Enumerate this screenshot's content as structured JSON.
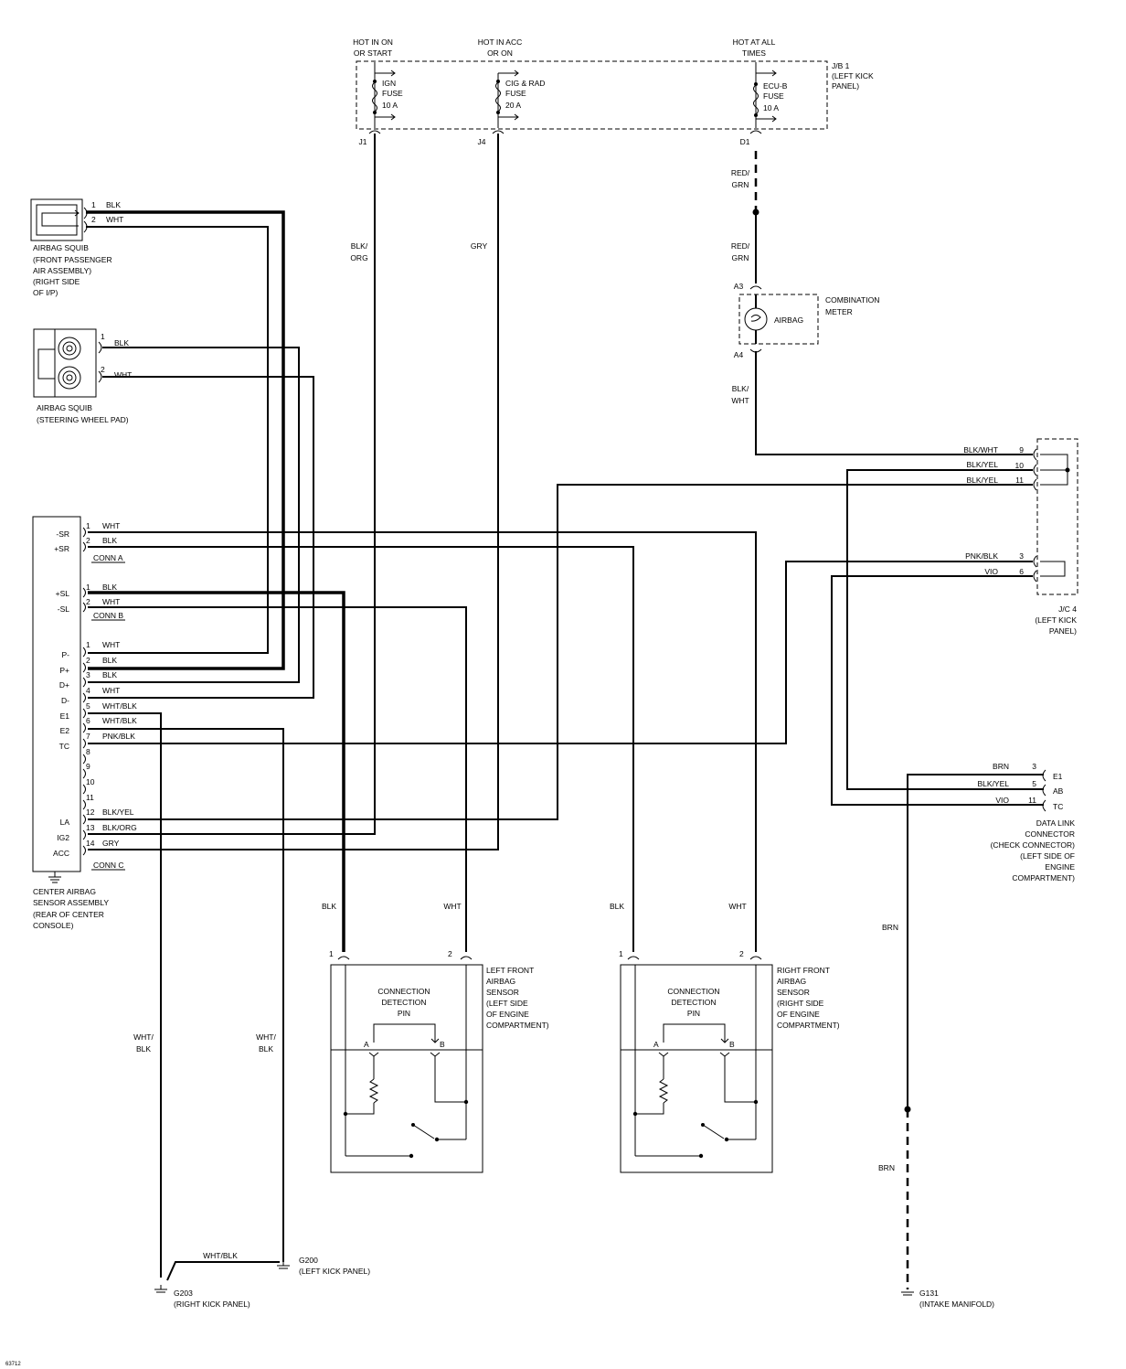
{
  "jb1": {
    "hot_ign_1": "HOT IN ON",
    "hot_ign_2": "OR START",
    "hot_acc_1": "HOT IN ACC",
    "hot_acc_2": "OR ON",
    "hot_all_1": "HOT AT ALL",
    "hot_all_2": "TIMES",
    "label_1": "J/B 1",
    "label_2": "(LEFT KICK",
    "label_3": "PANEL)",
    "fuse_ign": [
      "IGN",
      "FUSE",
      "10 A"
    ],
    "fuse_cig": [
      "CIG & RAD",
      "FUSE",
      "20 A"
    ],
    "fuse_ecu": [
      "ECU-B",
      "FUSE",
      "10 A"
    ],
    "term_j1": "J1",
    "term_j4": "J4",
    "term_d1": "D1"
  },
  "wires": {
    "blk_org": [
      "BLK/",
      "ORG"
    ],
    "gry": "GRY",
    "red_grn": [
      "RED/",
      "GRN"
    ],
    "blk_wht": [
      "BLK/",
      "WHT"
    ],
    "wht_blk_left": [
      "WHT/",
      "BLK"
    ],
    "wht_blk_right": [
      "WHT/",
      "BLK"
    ],
    "wht_blk_ground": "WHT/BLK",
    "brn_1": "BRN",
    "brn_2": "BRN",
    "blk_lf": "BLK",
    "wht_lf": "WHT",
    "blk_rf": "BLK",
    "wht_rf": "WHT"
  },
  "combination_meter": {
    "label_1": "COMBINATION",
    "label_2": "METER",
    "lamp": "AIRBAG",
    "pin_top": "A3",
    "pin_bottom": "A4"
  },
  "squib_passenger": {
    "pins": [
      {
        "num": "1",
        "color": "BLK"
      },
      {
        "num": "2",
        "color": "WHT"
      }
    ],
    "caption": [
      "AIRBAG SQUIB",
      "(FRONT PASSENGER",
      "AIR ASSEMBLY)",
      "(RIGHT SIDE",
      "OF I/P)"
    ]
  },
  "squib_driver": {
    "pins": [
      {
        "num": "1",
        "color": "BLK"
      },
      {
        "num": "2",
        "color": "WHT"
      }
    ],
    "caption": [
      "AIRBAG SQUIB",
      "(STEERING WHEEL PAD)"
    ]
  },
  "center_sensor": {
    "caption": [
      "CENTER AIRBAG",
      "SENSOR ASSEMBLY",
      "(REAR OF CENTER",
      "CONSOLE)"
    ],
    "conn_a": "CONN A",
    "conn_b": "CONN B",
    "conn_c": "CONN C",
    "terminals": [
      "-SR",
      "+SR",
      "+SL",
      "-SL",
      "P-",
      "P+",
      "D+",
      "D-",
      "E1",
      "E2",
      "TC",
      "LA",
      "IG2",
      "ACC"
    ],
    "pins_a": [
      {
        "num": "1",
        "color": "WHT"
      },
      {
        "num": "2",
        "color": "BLK"
      }
    ],
    "pins_b": [
      {
        "num": "1",
        "color": "BLK"
      },
      {
        "num": "2",
        "color": "WHT"
      }
    ],
    "pins_c": [
      {
        "num": "1",
        "color": "WHT"
      },
      {
        "num": "2",
        "color": "BLK"
      },
      {
        "num": "3",
        "color": "BLK"
      },
      {
        "num": "4",
        "color": "WHT"
      },
      {
        "num": "5",
        "color": "WHT/BLK"
      },
      {
        "num": "6",
        "color": "WHT/BLK"
      },
      {
        "num": "7",
        "color": "PNK/BLK"
      },
      {
        "num": "8",
        "color": ""
      },
      {
        "num": "9",
        "color": ""
      },
      {
        "num": "10",
        "color": ""
      },
      {
        "num": "11",
        "color": ""
      },
      {
        "num": "12",
        "color": "BLK/YEL"
      },
      {
        "num": "13",
        "color": "BLK/ORG"
      },
      {
        "num": "14",
        "color": "GRY"
      }
    ]
  },
  "jc4": {
    "pins": [
      {
        "num": "9",
        "color": "BLK/WHT"
      },
      {
        "num": "10",
        "color": "BLK/YEL"
      },
      {
        "num": "11",
        "color": "BLK/YEL"
      },
      {
        "num": "3",
        "color": "PNK/BLK"
      },
      {
        "num": "6",
        "color": "VIO"
      }
    ],
    "caption": [
      "J/C 4",
      "(LEFT KICK",
      "PANEL)"
    ]
  },
  "data_link": {
    "pins": [
      {
        "num": "3",
        "color": "BRN",
        "term": "E1"
      },
      {
        "num": "5",
        "color": "BLK/YEL",
        "term": "AB"
      },
      {
        "num": "11",
        "color": "VIO",
        "term": "TC"
      }
    ],
    "caption": [
      "DATA LINK",
      "CONNECTOR",
      "(CHECK CONNECTOR)",
      "(LEFT SIDE OF",
      "ENGINE",
      "COMPARTMENT)"
    ]
  },
  "lf_sensor": {
    "pin1": "1",
    "pin2": "2",
    "inner": [
      "CONNECTION",
      "DETECTION",
      "PIN"
    ],
    "a": "A",
    "b": "B",
    "caption": [
      "LEFT FRONT",
      "AIRBAG",
      "SENSOR",
      "(LEFT SIDE",
      "OF ENGINE",
      "COMPARTMENT)"
    ]
  },
  "rf_sensor": {
    "pin1": "1",
    "pin2": "2",
    "inner": [
      "CONNECTION",
      "DETECTION",
      "PIN"
    ],
    "a": "A",
    "b": "B",
    "caption": [
      "RIGHT FRONT",
      "AIRBAG",
      "SENSOR",
      "(RIGHT SIDE",
      "OF ENGINE",
      "COMPARTMENT)"
    ]
  },
  "grounds": {
    "g200": [
      "G200",
      "(LEFT KICK PANEL)"
    ],
    "g203": [
      "G203",
      "(RIGHT KICK PANEL)"
    ],
    "g131": [
      "G131",
      "(INTAKE MANIFOLD)"
    ]
  },
  "figure_id": "63712"
}
